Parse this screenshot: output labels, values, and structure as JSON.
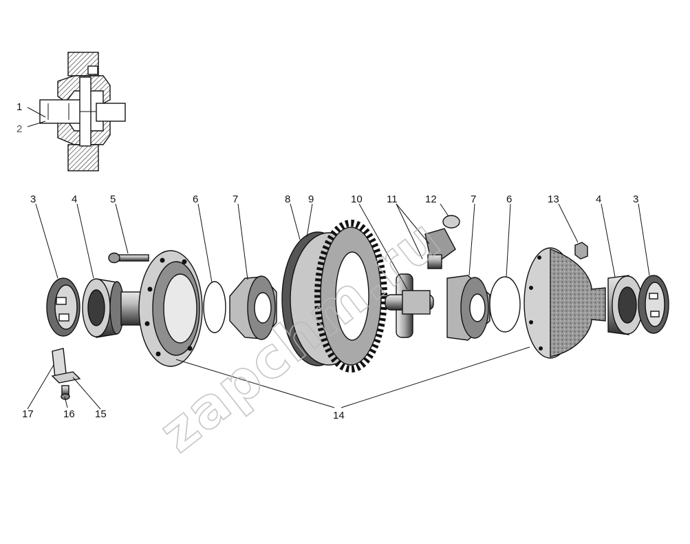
{
  "diagram": {
    "watermark": "zapchm.ru",
    "callouts": [
      {
        "id": "c1",
        "text": "1"
      },
      {
        "id": "c2",
        "text": "2"
      },
      {
        "id": "c3l",
        "text": "3"
      },
      {
        "id": "c4l",
        "text": "4"
      },
      {
        "id": "c5",
        "text": "5"
      },
      {
        "id": "c6l",
        "text": "6"
      },
      {
        "id": "c7l",
        "text": "7"
      },
      {
        "id": "c8",
        "text": "8"
      },
      {
        "id": "c9",
        "text": "9"
      },
      {
        "id": "c10",
        "text": "10"
      },
      {
        "id": "c11",
        "text": "11"
      },
      {
        "id": "c12",
        "text": "12"
      },
      {
        "id": "c7r",
        "text": "7"
      },
      {
        "id": "c6r",
        "text": "6"
      },
      {
        "id": "c13",
        "text": "13"
      },
      {
        "id": "c4r",
        "text": "4"
      },
      {
        "id": "c3r",
        "text": "3"
      },
      {
        "id": "c14",
        "text": "14"
      },
      {
        "id": "c15",
        "text": "15"
      },
      {
        "id": "c16",
        "text": "16"
      },
      {
        "id": "c17",
        "text": "17"
      }
    ]
  }
}
